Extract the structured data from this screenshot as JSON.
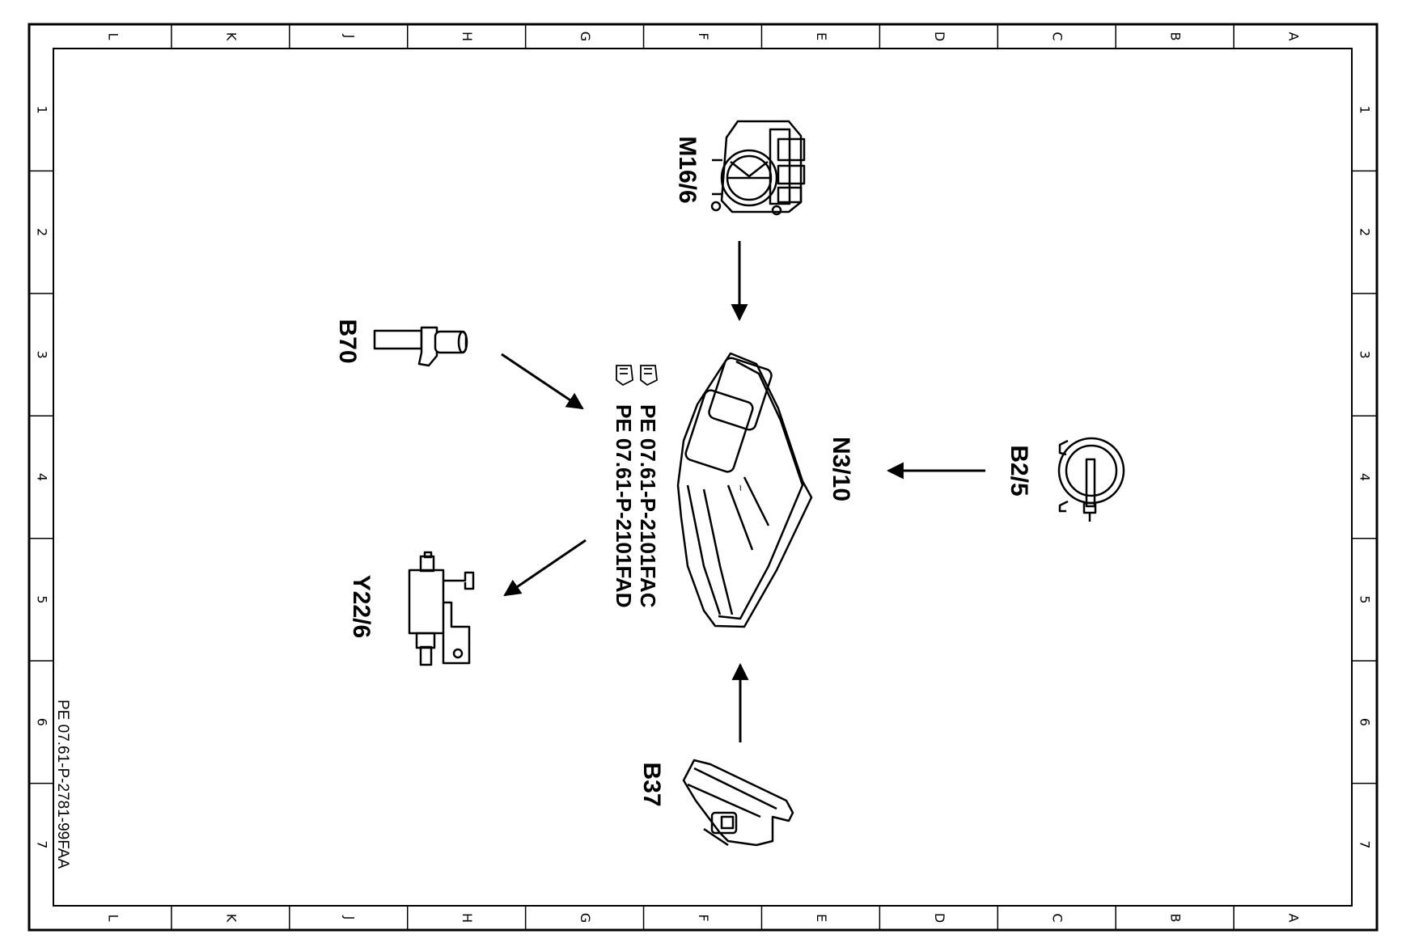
{
  "frame": {
    "col_letters": [
      "L",
      "K",
      "J",
      "H",
      "G",
      "F",
      "E",
      "D",
      "C",
      "B",
      "A"
    ],
    "row_numbers": [
      "1",
      "2",
      "3",
      "4",
      "5",
      "6",
      "7"
    ]
  },
  "components": {
    "throttle": {
      "label": "M16/6"
    },
    "ecu": {
      "label": "N3/10"
    },
    "crank_sensor": {
      "label": "B70"
    },
    "valve": {
      "label": "Y22/6"
    },
    "switch": {
      "label": "B2/5"
    },
    "pedal": {
      "label": "B37"
    }
  },
  "references": [
    "PE 07.61-P-2101FAC",
    "PE 07.61-P-2101FAD"
  ],
  "document_id": "PE 07.61-P-2781-99FAA"
}
